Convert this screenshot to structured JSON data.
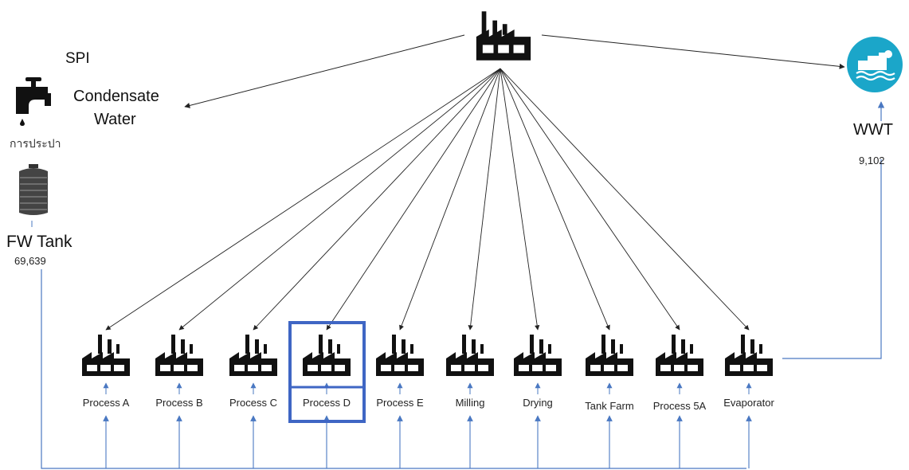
{
  "sources": {
    "spi_label": "SPI",
    "condensate_label_line1": "Condensate",
    "condensate_label_line2": "Water",
    "tap_label": "การประปา",
    "fw_tank_label": "FW Tank",
    "fw_tank_value": "69,639"
  },
  "wwt": {
    "label": "WWT",
    "value": "9,102"
  },
  "processes": [
    {
      "label": "Process A"
    },
    {
      "label": "Process B"
    },
    {
      "label": "Process C"
    },
    {
      "label": "Process D",
      "highlighted": true
    },
    {
      "label": "Process E"
    },
    {
      "label": "Milling"
    },
    {
      "label": "Drying"
    },
    {
      "label": "Tank Farm"
    },
    {
      "label": "Process 5A"
    },
    {
      "label": "Evaporator"
    }
  ],
  "colors": {
    "flow_blue": "#4a78c2",
    "highlight_blue": "#3f66c4",
    "wwt_circle": "#1ba6c9",
    "arrow_black": "#222222"
  },
  "icons": {
    "main_plant": "factory-icon",
    "tap": "water-tap-icon",
    "tank": "water-tank-icon",
    "wwt": "wastewater-treatment-icon"
  }
}
